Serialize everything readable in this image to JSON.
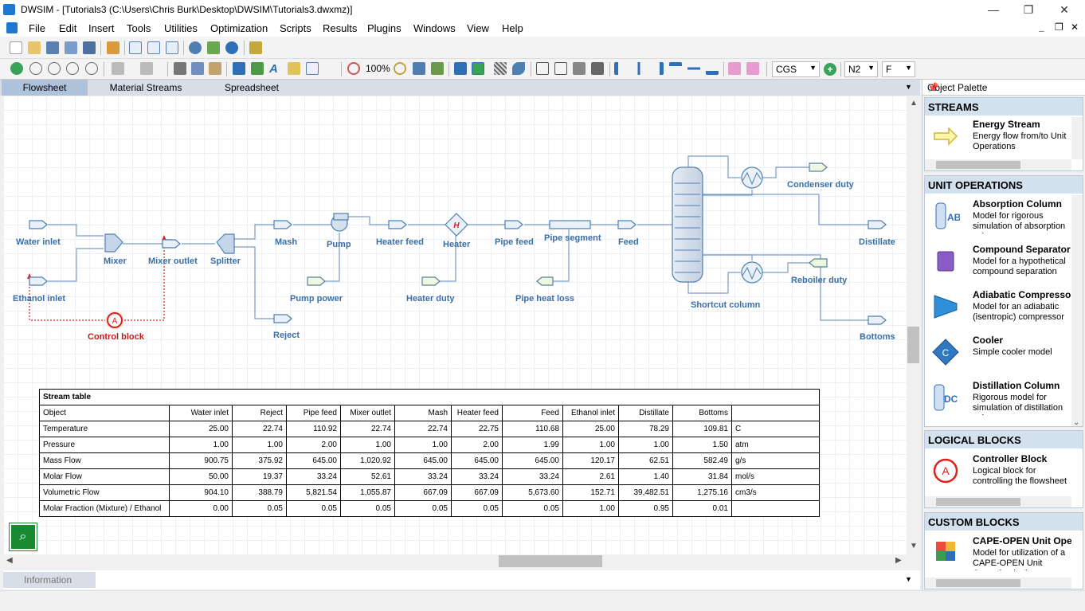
{
  "window": {
    "title": "DWSIM - [Tutorials3 (C:\\Users\\Chris Burk\\Desktop\\DWSIM\\Tutorials3.dwxmz)]",
    "minimize": "—",
    "maximize": "❐",
    "close": "✕"
  },
  "menu": [
    "File",
    "Edit",
    "Insert",
    "Tools",
    "Utilities",
    "Optimization",
    "Scripts",
    "Results",
    "Plugins",
    "Windows",
    "View",
    "Help"
  ],
  "mdi_controls": [
    "_",
    "❐",
    "✕"
  ],
  "toolbar": {
    "zoom": "100%",
    "units": "CGS",
    "compound": "N2",
    "property": "F"
  },
  "tabs": [
    "Flowsheet",
    "Material Streams",
    "Spreadsheet"
  ],
  "flowsheet": {
    "labels": {
      "water_inlet": "Water inlet",
      "ethanol_inlet": "Ethanol inlet",
      "mixer": "Mixer",
      "mixer_outlet": "Mixer outlet",
      "splitter": "Splitter",
      "mash": "Mash",
      "reject": "Reject",
      "pump": "Pump",
      "pump_power": "Pump power",
      "heater_feed": "Heater feed",
      "heater": "Heater",
      "heater_duty": "Heater duty",
      "pipe_feed": "Pipe feed",
      "pipe_segment": "Pipe segment",
      "pipe_heat_loss": "Pipe heat loss",
      "feed": "Feed",
      "shortcut_column": "Shortcut column",
      "condenser_duty": "Condenser duty",
      "reboiler_duty": "Reboiler duty",
      "distillate": "Distillate",
      "bottoms": "Bottoms",
      "control_block": "Control block",
      "control_letter": "A",
      "heater_letter": "H"
    },
    "colors": {
      "stream": "#4f7fb0",
      "label": "#3a6ea5",
      "control": "#e0201b"
    }
  },
  "stream_table": {
    "title": "Stream table",
    "header": [
      "Object",
      "Water inlet",
      "Reject",
      "Pipe feed",
      "Mixer outlet",
      "Mash",
      "Heater feed",
      "Feed",
      "Ethanol inlet",
      "Distillate",
      "Bottoms",
      ""
    ],
    "rows": [
      [
        "Temperature",
        "25.00",
        "22.74",
        "110.92",
        "22.74",
        "22.74",
        "22.75",
        "110.68",
        "25.00",
        "78.29",
        "109.81",
        "C"
      ],
      [
        "Pressure",
        "1.00",
        "1.00",
        "2.00",
        "1.00",
        "1.00",
        "2.00",
        "1.99",
        "1.00",
        "1.00",
        "1.50",
        "atm"
      ],
      [
        "Mass Flow",
        "900.75",
        "375.92",
        "645.00",
        "1,020.92",
        "645.00",
        "645.00",
        "645.00",
        "120.17",
        "62.51",
        "582.49",
        "g/s"
      ],
      [
        "Molar Flow",
        "50.00",
        "19.37",
        "33.24",
        "52.61",
        "33.24",
        "33.24",
        "33.24",
        "2.61",
        "1.40",
        "31.84",
        "mol/s"
      ],
      [
        "Volumetric Flow",
        "904.10",
        "388.79",
        "5,821.54",
        "1,055.87",
        "667.09",
        "667.09",
        "5,673.60",
        "152.71",
        "39,482.51",
        "1,275.16",
        "cm3/s"
      ],
      [
        "Molar Fraction (Mixture) / Ethanol",
        "0.00",
        "0.05",
        "0.05",
        "0.05",
        "0.05",
        "0.05",
        "0.05",
        "1.00",
        "0.95",
        "0.01",
        ""
      ]
    ]
  },
  "search_glyph": "⌕",
  "info_tab": "Information",
  "palette": {
    "title": "Object Palette",
    "sections": [
      {
        "name": "STREAMS",
        "items": [
          {
            "name": "Energy Stream",
            "desc": "Energy flow from/to Unit Operations",
            "icon": "energy-stream-icon"
          }
        ]
      },
      {
        "name": "UNIT OPERATIONS",
        "items": [
          {
            "name": "Absorption Column",
            "desc": "Model for rigorous simulation of absorption columns",
            "icon": "absorption-column-icon"
          },
          {
            "name": "Compound Separator",
            "desc": "Model for a hypothetical compound separation process",
            "icon": "compound-separator-icon"
          },
          {
            "name": "Adiabatic Compressor",
            "desc": "Model for an adiabatic (isentropic) compressor",
            "icon": "compressor-icon"
          },
          {
            "name": "Cooler",
            "desc": "Simple cooler model",
            "icon": "cooler-icon"
          },
          {
            "name": "Distillation Column",
            "desc": "Rigorous model for simulation of distillation columns",
            "icon": "distillation-column-icon"
          }
        ]
      },
      {
        "name": "LOGICAL BLOCKS",
        "items": [
          {
            "name": "Controller Block",
            "desc": "Logical block for controlling the flowsheet",
            "icon": "controller-block-icon"
          }
        ]
      },
      {
        "name": "CUSTOM BLOCKS",
        "items": [
          {
            "name": "CAPE-OPEN Unit Operation",
            "desc": "Model for utilization of a CAPE-OPEN Unit Operation in the flowsheet",
            "icon": "cape-open-icon"
          }
        ]
      }
    ]
  }
}
